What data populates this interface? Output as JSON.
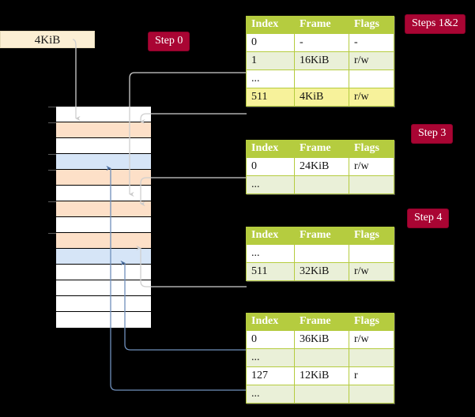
{
  "diagram": {
    "title_hidden": true,
    "background": "#000000",
    "accent_badge": "#a90533",
    "table_header_green": "#b5cc3f",
    "table_alt_row": "#eaf0d8",
    "table_highlight": "#f7f29b",
    "mem_peach": "#fde0c8",
    "mem_blue": "#d6e5f7",
    "request_box_fill": "#fcefd4"
  },
  "request": {
    "label": "4KiB"
  },
  "badges": [
    {
      "label": "Step 0",
      "name": "badge-step-0"
    },
    {
      "label": "Steps 1&2",
      "name": "badge-steps-1-2"
    },
    {
      "label": "Step 3",
      "name": "badge-step-3"
    },
    {
      "label": "Step 4",
      "name": "badge-step-4"
    }
  ],
  "tables": [
    {
      "name": "page-table-level-0",
      "headers": [
        "Index",
        "Frame",
        "Flags"
      ],
      "rows": [
        {
          "index": "0",
          "frame": "-",
          "flags": "-",
          "style": "plain"
        },
        {
          "index": "1",
          "frame": "16KiB",
          "flags": "r/w",
          "style": "alt"
        },
        {
          "index": "...",
          "frame": "",
          "flags": "",
          "style": "plain"
        },
        {
          "index": "511",
          "frame": "4KiB",
          "flags": "r/w",
          "style": "hl"
        }
      ]
    },
    {
      "name": "page-table-level-1",
      "headers": [
        "Index",
        "Frame",
        "Flags"
      ],
      "rows": [
        {
          "index": "0",
          "frame": "24KiB",
          "flags": "r/w",
          "style": "plain"
        },
        {
          "index": "...",
          "frame": "",
          "flags": "",
          "style": "alt"
        }
      ]
    },
    {
      "name": "page-table-level-2",
      "headers": [
        "Index",
        "Frame",
        "Flags"
      ],
      "rows": [
        {
          "index": "...",
          "frame": "",
          "flags": "",
          "style": "plain"
        },
        {
          "index": "511",
          "frame": "32KiB",
          "flags": "r/w",
          "style": "alt"
        }
      ]
    },
    {
      "name": "page-table-level-3",
      "headers": [
        "Index",
        "Frame",
        "Flags"
      ],
      "rows": [
        {
          "index": "0",
          "frame": "36KiB",
          "flags": "r/w",
          "style": "plain"
        },
        {
          "index": "...",
          "frame": "",
          "flags": "",
          "style": "alt"
        },
        {
          "index": "127",
          "frame": "12KiB",
          "flags": "r",
          "style": "plain"
        },
        {
          "index": "...",
          "frame": "",
          "flags": "",
          "style": "alt"
        }
      ]
    }
  ],
  "memory": {
    "name": "physical-memory-grid",
    "row_count": 14,
    "rows": [
      {
        "fill": "white"
      },
      {
        "fill": "peach"
      },
      {
        "fill": "white"
      },
      {
        "fill": "blue"
      },
      {
        "fill": "peach"
      },
      {
        "fill": "white"
      },
      {
        "fill": "peach"
      },
      {
        "fill": "white"
      },
      {
        "fill": "peach"
      },
      {
        "fill": "blue"
      },
      {
        "fill": "white"
      },
      {
        "fill": "white"
      },
      {
        "fill": "white"
      },
      {
        "fill": "white"
      }
    ]
  }
}
